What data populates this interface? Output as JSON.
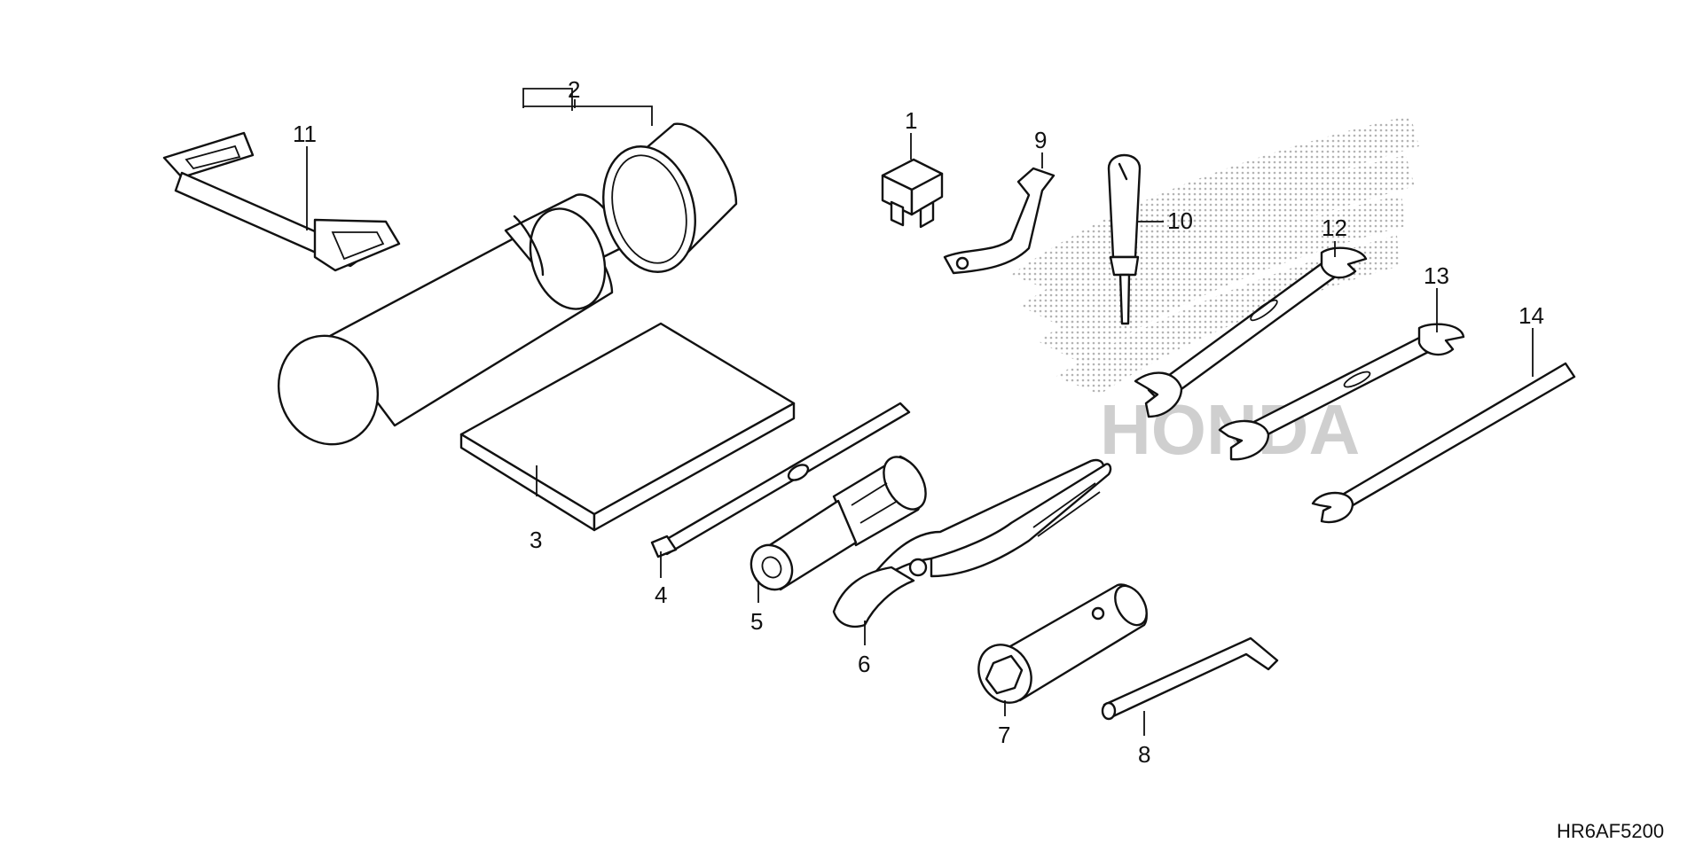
{
  "callouts": {
    "c1": "1",
    "c2": "2",
    "c3": "3",
    "c4": "4",
    "c5": "5",
    "c6": "6",
    "c7": "7",
    "c8": "8",
    "c9": "9",
    "c10": "10",
    "c11": "11",
    "c12": "12",
    "c13": "13",
    "c14": "14"
  },
  "diagram_code": "HR6AF5200",
  "watermark": {
    "lettering": "HONDA",
    "color": "#c8c8c8"
  }
}
